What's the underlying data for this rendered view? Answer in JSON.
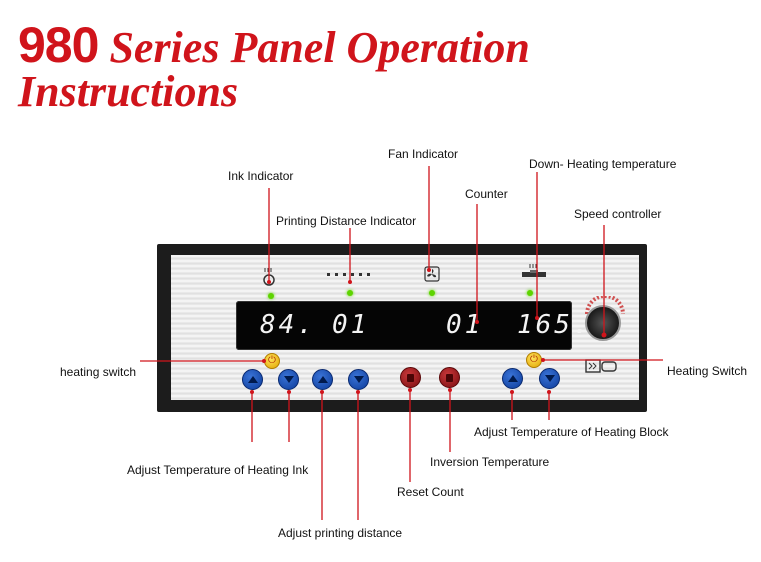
{
  "title": {
    "number": "980",
    "line1": " Series Panel Operation",
    "line2": "Instructions"
  },
  "labels": {
    "ink_indicator": "Ink Indicator",
    "printing_distance_indicator": "Printing Distance Indicator",
    "fan_indicator": "Fan Indicator",
    "counter": "Counter",
    "down_heating_temperature": "Down- Heating temperature",
    "speed_controller": "Speed controller",
    "heating_switch_left": "heating switch",
    "heating_switch_right": "Heating Switch",
    "adjust_temp_heating_block": "Adjust Temperature of Heating Block",
    "inversion_temperature": "Inversion Temperature",
    "adjust_temp_heating_ink": "Adjust Temperature of Heating Ink",
    "reset_count": "Reset Count",
    "adjust_printing_distance": "Adjust printing distance"
  },
  "display": {
    "ink_temp": "84.",
    "distance": "01",
    "counter": "01",
    "heating_temp": "165."
  },
  "icons": {
    "ink": "ink-level-icon",
    "distance": "dotted-distance-icon",
    "fan": "fan-icon",
    "heating": "heating-block-icon",
    "power": "power-icon",
    "up": "up-arrow-icon",
    "down": "down-arrow-icon"
  },
  "colors": {
    "title_red": "#d0141b",
    "pointer_line": "#d0141b",
    "led_green": "#5ed400",
    "button_blue": "#1a4fb8",
    "button_red": "#9b1a1d",
    "button_yellow": "#f2c200"
  }
}
